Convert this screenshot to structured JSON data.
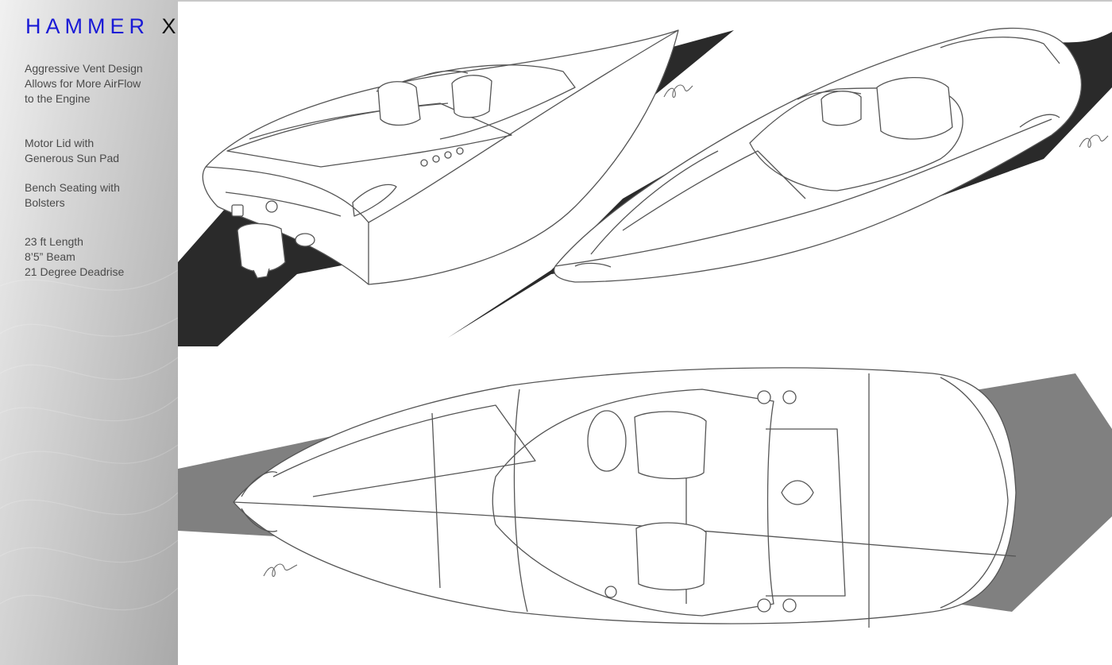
{
  "title": {
    "brand": "HAMMER",
    "mark": "X"
  },
  "notes": [
    {
      "lines": [
        "Aggressive Vent Design",
        "Allows for More AirFlow",
        "to the Engine"
      ]
    },
    {
      "lines": [
        "Motor  Lid with",
        "Generous Sun Pad"
      ]
    },
    {
      "lines": [
        "Bench Seating with",
        "Bolsters"
      ]
    },
    {
      "lines": [
        "23 ft Length",
        "8’5” Beam",
        "21 Degree Deadrise"
      ]
    }
  ],
  "colors": {
    "title_accent": "#1a1ad6",
    "shadow_dark": "#2a2a2a",
    "shadow_grey": "#808080",
    "sketch_line": "#555555"
  }
}
